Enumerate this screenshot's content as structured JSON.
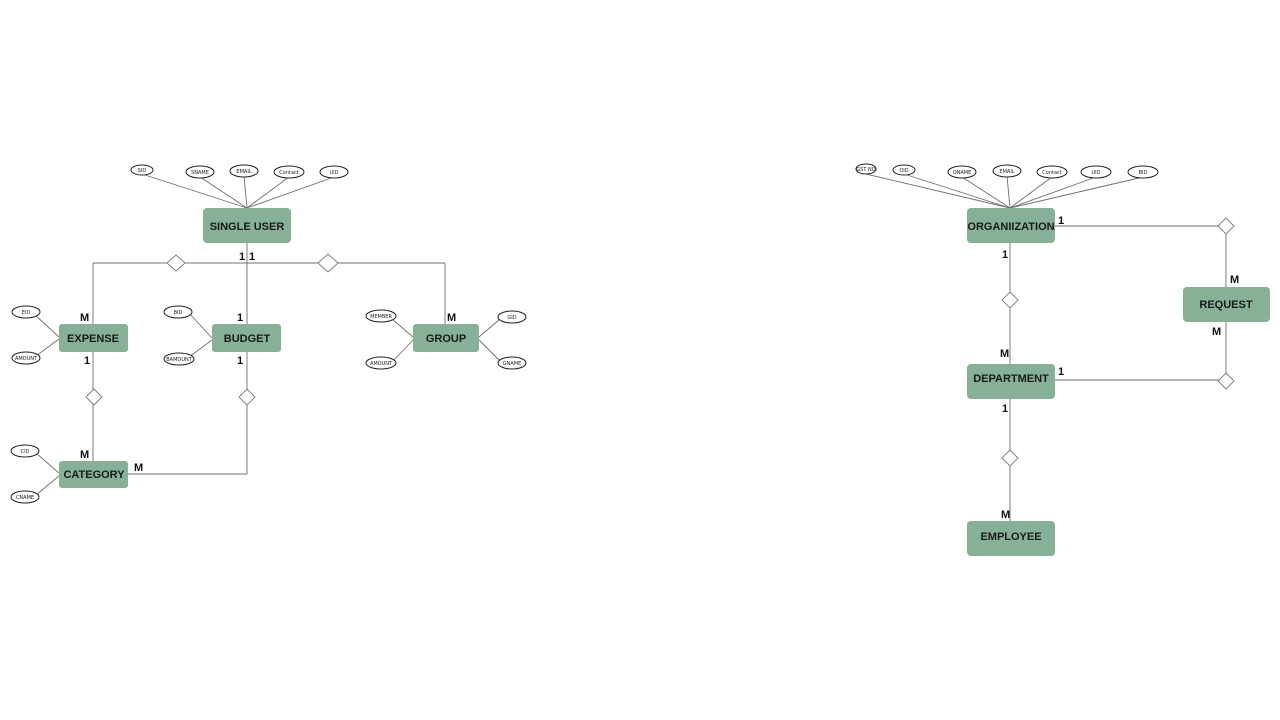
{
  "diagram_left": {
    "entities": {
      "single_user": "SINGLE USER",
      "expense": "EXPENSE",
      "budget": "BUDGET",
      "group": "GROUP",
      "category": "CATEGORY"
    },
    "attributes": {
      "single_user": [
        "SID",
        "SNAME",
        "EMAIL",
        "Contact",
        "UID"
      ],
      "expense": [
        "EID",
        "AMOUNT"
      ],
      "budget": [
        "BID",
        "BAMOUNT"
      ],
      "group": [
        "MEMBER",
        "AMOUNT",
        "GID",
        "GNAME"
      ],
      "category": [
        "CID",
        "CNAME"
      ]
    },
    "cardinalities": {
      "user_expense": "1",
      "user_group": "1",
      "expense_m": "M",
      "budget_1_top": "1",
      "group_m": "M",
      "expense_1": "1",
      "budget_1": "1",
      "category_m_top": "M",
      "category_m_right": "M"
    }
  },
  "diagram_right": {
    "entities": {
      "organization": "ORGANIIZATION",
      "request": "REQUEST",
      "department": "DEPARTMENT",
      "employee": "EMPLOYEE"
    },
    "attributes": {
      "organization": [
        "GST NO",
        "OID",
        "ONAME",
        "EMAIL",
        "Contact",
        "UID",
        "BID"
      ]
    },
    "cardinalities": {
      "org_request": "1",
      "request_m_top": "M",
      "org_department": "1",
      "request_m_bottom": "M",
      "department_m": "M",
      "department_request": "1",
      "department_1": "1",
      "employee_m": "M"
    }
  }
}
